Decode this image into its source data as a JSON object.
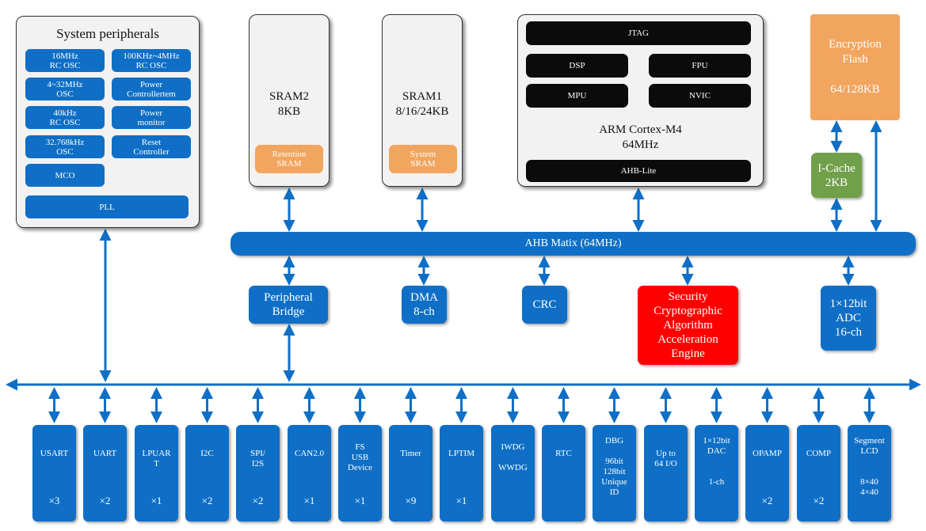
{
  "system_peripherals": {
    "title": "System peripherals",
    "items": [
      "16MHz\nRC OSC",
      "100KHz~4MHz\nRC OSC",
      "4~32MHz\nOSC",
      "Power\nControllertem",
      "40kHz\nRC OSC",
      "Power\nmonitor",
      "32.768kHz\nOSC",
      "Reset\nController",
      "MCO",
      "PLL"
    ]
  },
  "sram2": {
    "title": "SRAM2\n8KB",
    "sub": "Retention\nSRAM"
  },
  "sram1": {
    "title": "SRAM1\n8/16/24KB",
    "sub": "System\nSRAM"
  },
  "cpu": {
    "jtag": "JTAG",
    "dsp": "DSP",
    "fpu": "FPU",
    "mpu": "MPU",
    "nvic": "NVIC",
    "title": "ARM Cortex-M4\n64MHz",
    "bus": "AHB-Lite"
  },
  "flash": {
    "label": "Encryption\nFlash\n\n64/128KB"
  },
  "icache": {
    "label": "I-Cache\n2KB"
  },
  "ahb": {
    "label": "AHB Matix (64MHz)"
  },
  "mid_blocks": {
    "bridge": "Peripheral\nBridge",
    "dma": "DMA\n8-ch",
    "crc": "CRC",
    "security": "Security\nCryptographic\nAlgorithm\nAcceleration\nEngine",
    "adc": "1×12bit\nADC\n16-ch"
  },
  "colors": {
    "blue": "#0f6fc6",
    "orange": "#f2a55e",
    "green": "#70a04a",
    "red": "#ff0000",
    "black": "#0b0b0b"
  },
  "bottom_peripherals": [
    {
      "label": "USART",
      "count": "×3"
    },
    {
      "label": "UART",
      "count": "×2"
    },
    {
      "label": "LPUAR\nT",
      "count": "×1"
    },
    {
      "label": "I2C",
      "count": "×2"
    },
    {
      "label": "SPI/\nI2S",
      "count": "×2"
    },
    {
      "label": "CAN2.0",
      "count": "×1"
    },
    {
      "label": "FS\nUSB\nDevice",
      "count": "×1"
    },
    {
      "label": "Timer",
      "count": "×9"
    },
    {
      "label": "LPTIM",
      "count": "×1"
    },
    {
      "label": "IWDG\n\nWWDG",
      "count": ""
    },
    {
      "label": "RTC",
      "count": ""
    },
    {
      "label": "DBG\n\n96bit\n128bit\nUnique\nID",
      "count": ""
    },
    {
      "label": "Up to\n64 I/O",
      "count": ""
    },
    {
      "label": "1×12bit\nDAC\n\n\n1-ch",
      "count": ""
    },
    {
      "label": "OPAMP",
      "count": "×2"
    },
    {
      "label": "COMP",
      "count": "×2"
    },
    {
      "label": "Segment\nLCD\n\n\n8×40\n4×40",
      "count": ""
    }
  ]
}
